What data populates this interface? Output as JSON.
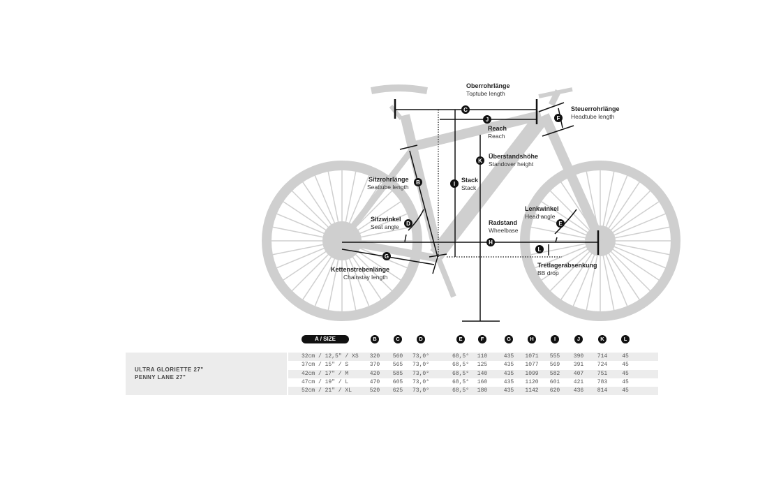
{
  "labels": {
    "toptube": {
      "de": "Oberrohrlänge",
      "en": "Toptube length"
    },
    "headtube": {
      "de": "Steuerrohrlänge",
      "en": "Headtube length"
    },
    "reach": {
      "de": "Reach",
      "en": "Reach"
    },
    "standover": {
      "de": "Überstandshöhe",
      "en": "Standover height"
    },
    "stack": {
      "de": "Stack",
      "en": "Stack"
    },
    "seattube": {
      "de": "Sitzrohrlänge",
      "en": "Seattube length"
    },
    "seatangle": {
      "de": "Sitzwinkel",
      "en": "Seat angle"
    },
    "wheelbase": {
      "de": "Radstand",
      "en": "Wheelbase"
    },
    "headangle": {
      "de": "Lenkwinkel",
      "en": "Head angle"
    },
    "chainstay": {
      "de": "Kettenstrebenlänge",
      "en": "Chainstay length"
    },
    "bbdrop": {
      "de": "Tretlagerabsenkung",
      "en": "BB drop"
    }
  },
  "markers": {
    "B": "B",
    "C": "C",
    "D": "D",
    "E": "E",
    "F": "F",
    "G": "G",
    "H": "H",
    "I": "I",
    "J": "J",
    "K": "K",
    "L": "L"
  },
  "models": [
    "ULTRA GLORIETTE 27\"",
    "PENNY LANE 27\""
  ],
  "table": {
    "size_header": "A / SIZE",
    "columns": [
      "B",
      "C",
      "D",
      "E",
      "F",
      "G",
      "H",
      "I",
      "J",
      "K",
      "L"
    ],
    "rows": [
      [
        "32cm / 12,5\" / XS",
        "320",
        "560",
        "73,0°",
        "68,5°",
        "110",
        "435",
        "1071",
        "555",
        "390",
        "714",
        "45"
      ],
      [
        "37cm / 15\"  / S",
        "370",
        "565",
        "73,0°",
        "68,5°",
        "125",
        "435",
        "1077",
        "569",
        "391",
        "724",
        "45"
      ],
      [
        "42cm / 17\"  / M",
        "420",
        "585",
        "73,0°",
        "68,5°",
        "140",
        "435",
        "1099",
        "582",
        "407",
        "751",
        "45"
      ],
      [
        "47cm / 19\"  / L",
        "470",
        "605",
        "73,0°",
        "68,5°",
        "160",
        "435",
        "1120",
        "601",
        "421",
        "783",
        "45"
      ],
      [
        "52cm / 21\"  / XL",
        "520",
        "625",
        "73,0°",
        "68,5°",
        "180",
        "435",
        "1142",
        "620",
        "436",
        "814",
        "45"
      ]
    ]
  }
}
